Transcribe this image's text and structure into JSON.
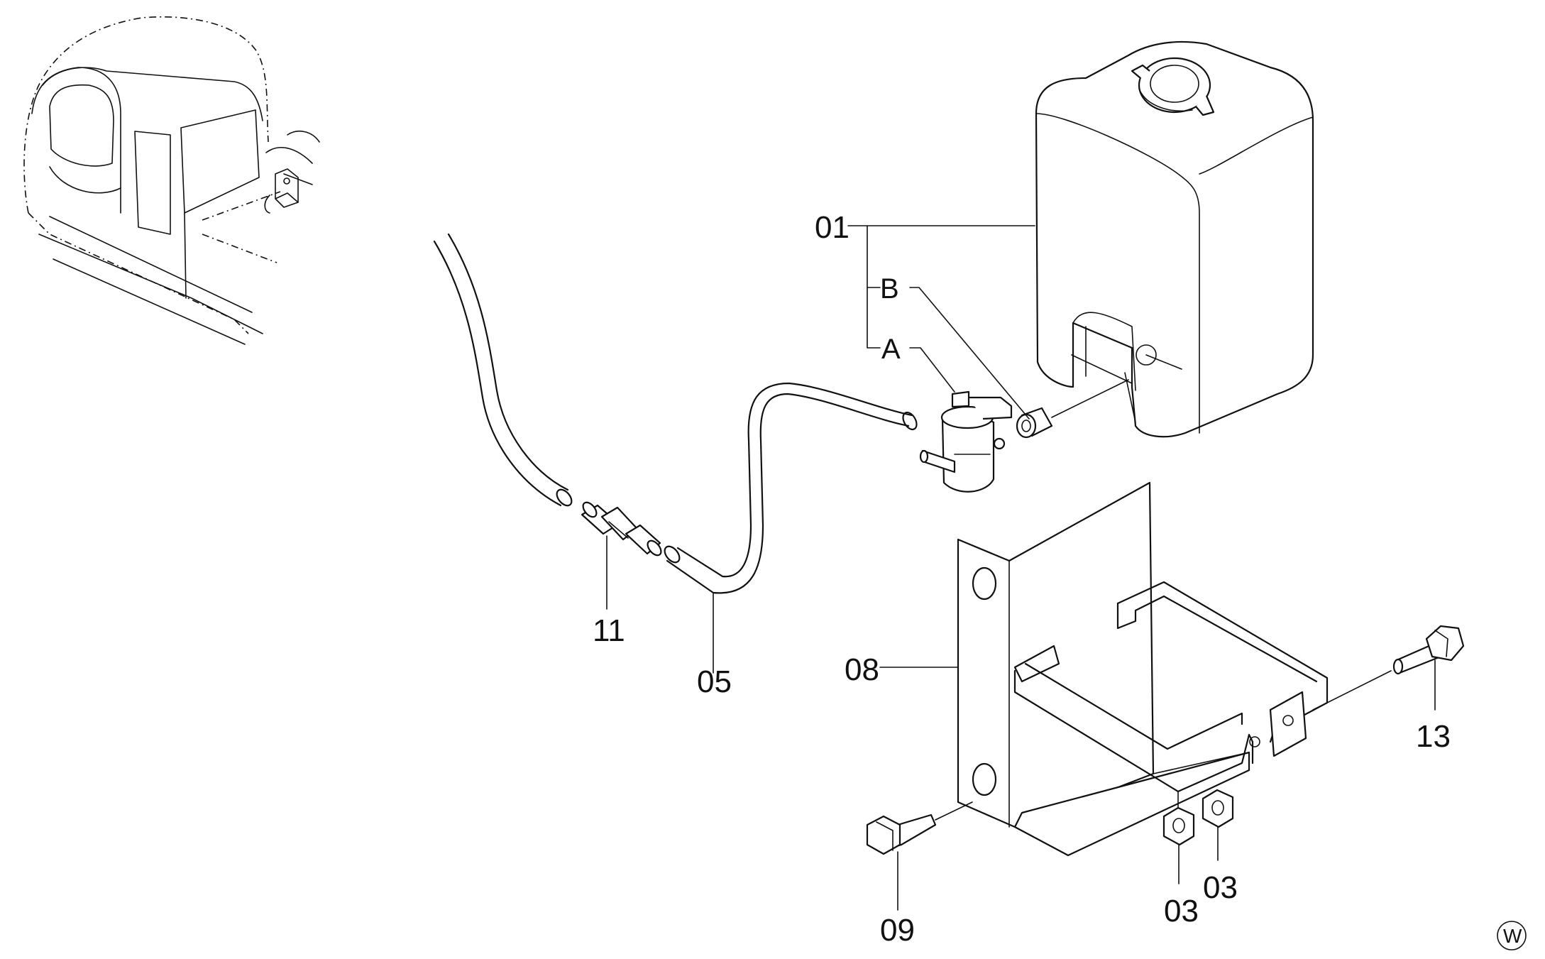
{
  "callouts": {
    "tank": "01",
    "sub_b": "B",
    "sub_a": "A",
    "hose": "05",
    "bracket": "08",
    "bolt_lower": "09",
    "connector": "11",
    "bolt_right": "13",
    "nut_left": "03",
    "nut_right": "03"
  },
  "corner_mark": "W"
}
